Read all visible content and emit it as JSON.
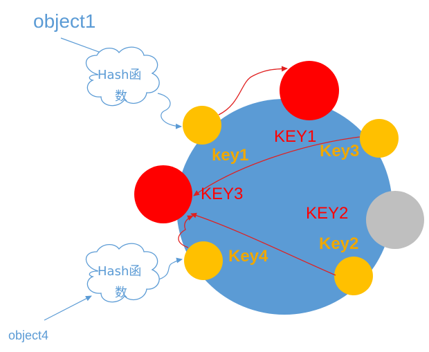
{
  "colors": {
    "ring": "#5b9bd5",
    "key_node": "#ffc000",
    "server_active": "#ff0000",
    "server_down": "#bfbfbf",
    "arrow_blue": "#5b9bd5",
    "arrow_red": "#e02020",
    "label_orange": "#f0a800",
    "label_red": "#ff0000"
  },
  "objects": {
    "object1": "object1",
    "object4": "object4"
  },
  "hash_clouds": [
    {
      "line1": "Hash函",
      "line2": "数"
    },
    {
      "line1": "Hash函",
      "line2": "数"
    }
  ],
  "keys": {
    "key1": "key1",
    "key2": "Key2",
    "key3": "Key3",
    "key4": "Key4"
  },
  "servers": {
    "server1": "KEY1",
    "server2": "KEY2",
    "server3": "KEY3"
  }
}
